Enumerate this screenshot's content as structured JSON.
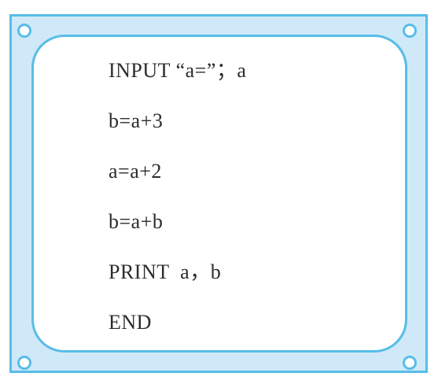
{
  "program": {
    "lines": [
      "INPUT “a=”；a",
      "b=a+3",
      "a=a+2",
      "b=a+b",
      "PRINT  a，b",
      "END"
    ]
  },
  "colors": {
    "border": "#57bde8",
    "frame_fill": "#cfe9f8",
    "text": "#2c2c2c"
  }
}
